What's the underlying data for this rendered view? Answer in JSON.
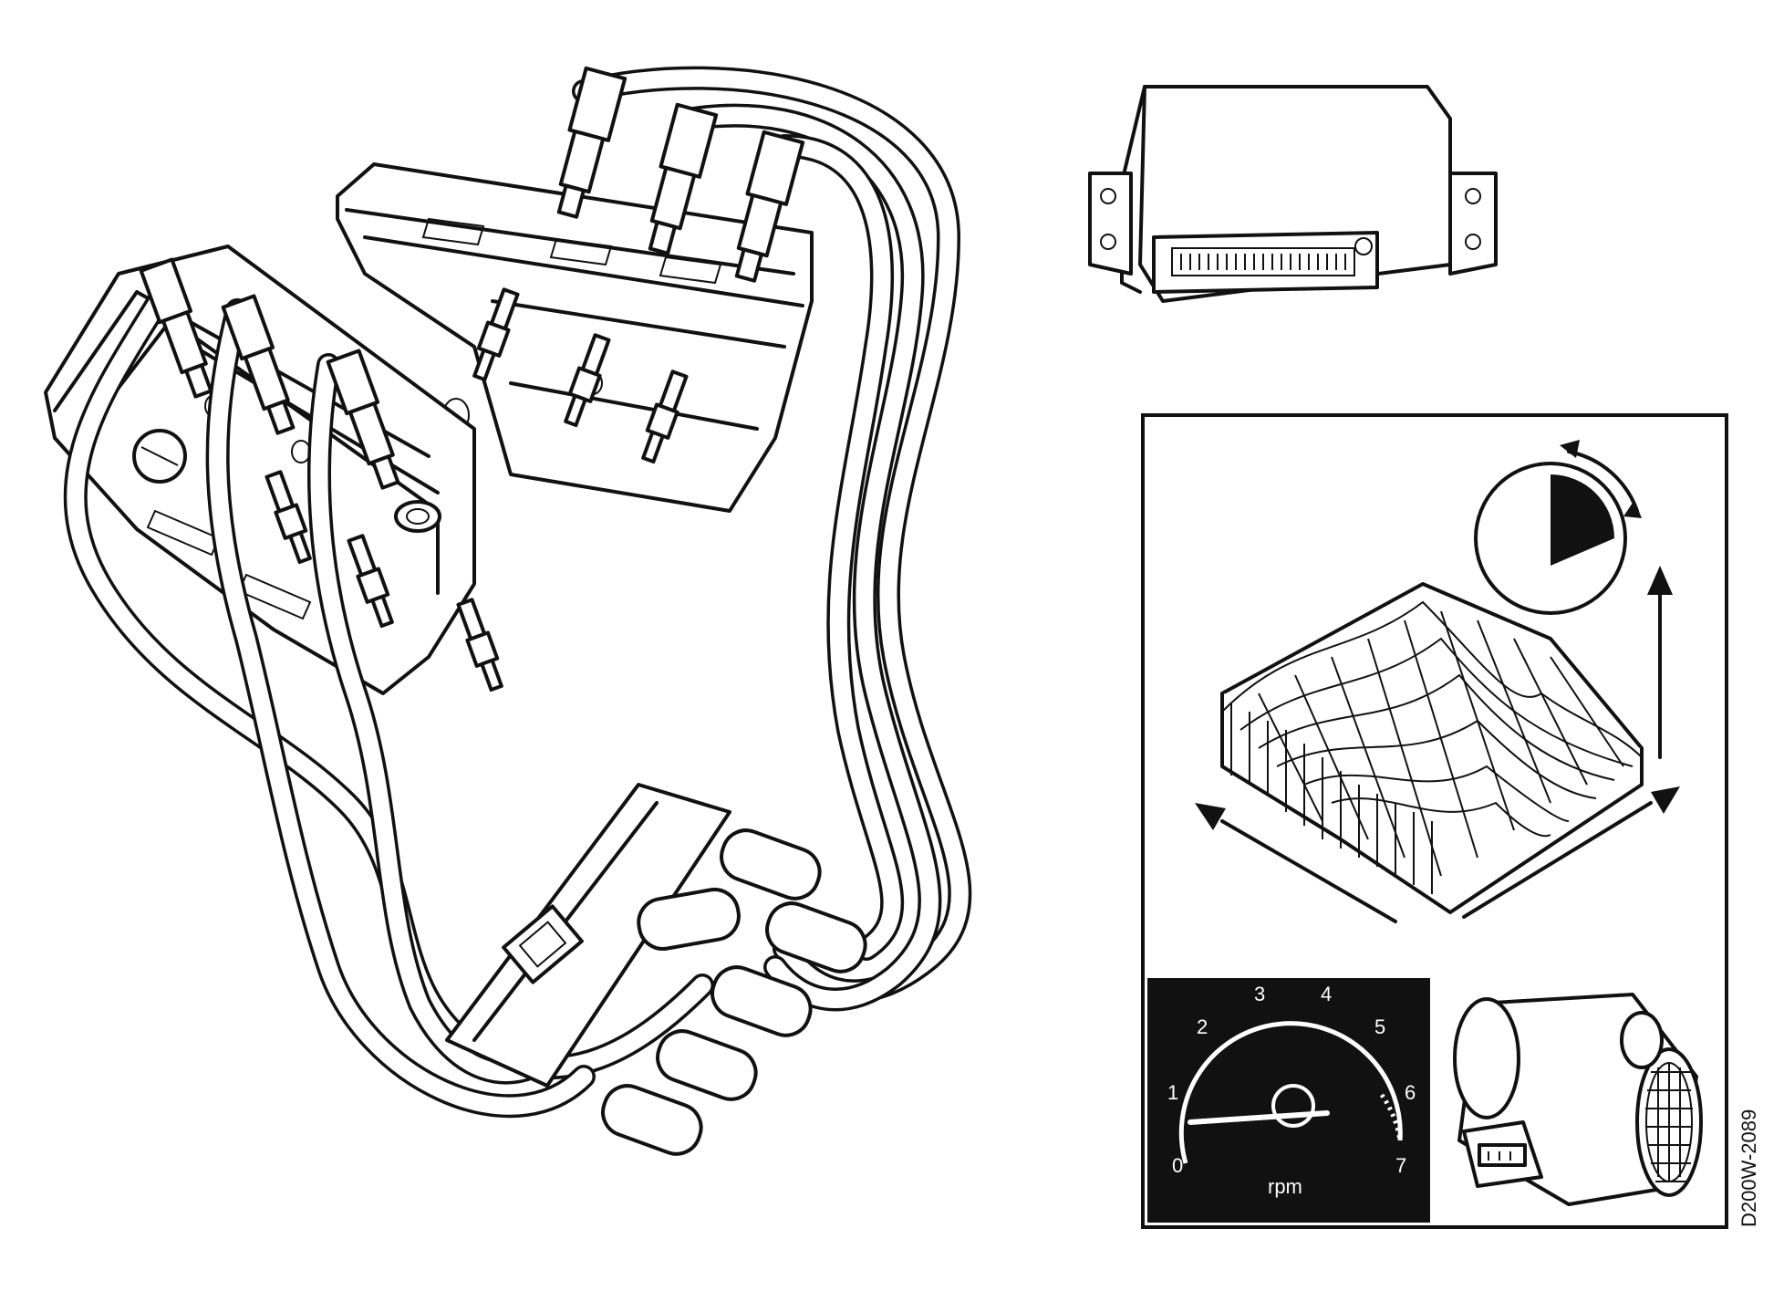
{
  "gauge": {
    "ticks": [
      "0",
      "1",
      "2",
      "3",
      "4",
      "5",
      "6",
      "7"
    ],
    "unit": "rpm"
  },
  "figure_code": "D200W-2089",
  "colors": {
    "ink": "#111111",
    "paper": "#ffffff"
  }
}
